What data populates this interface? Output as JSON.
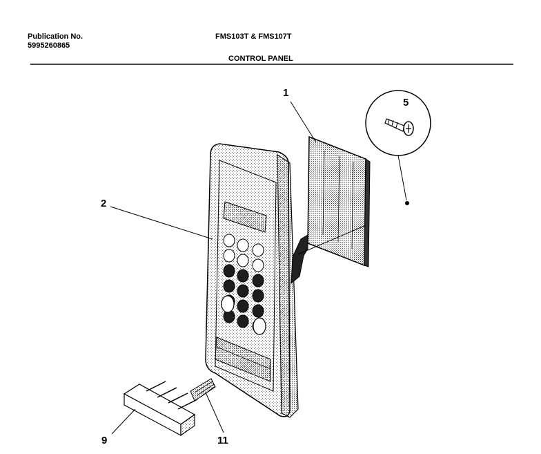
{
  "header": {
    "publication_label": "Publication No.",
    "publication_number": "5995260865",
    "model": "FMS103T & FMS107T",
    "section_title": "CONTROL PANEL"
  },
  "callouts": [
    {
      "id": "1",
      "part": "control-board"
    },
    {
      "id": "2",
      "part": "control-panel-frame"
    },
    {
      "id": "5",
      "part": "screw"
    },
    {
      "id": "9",
      "part": "push-button"
    },
    {
      "id": "11",
      "part": "spring"
    }
  ],
  "colors": {
    "line": "#000000",
    "stipple": "#6e6e6e",
    "background": "#ffffff"
  }
}
